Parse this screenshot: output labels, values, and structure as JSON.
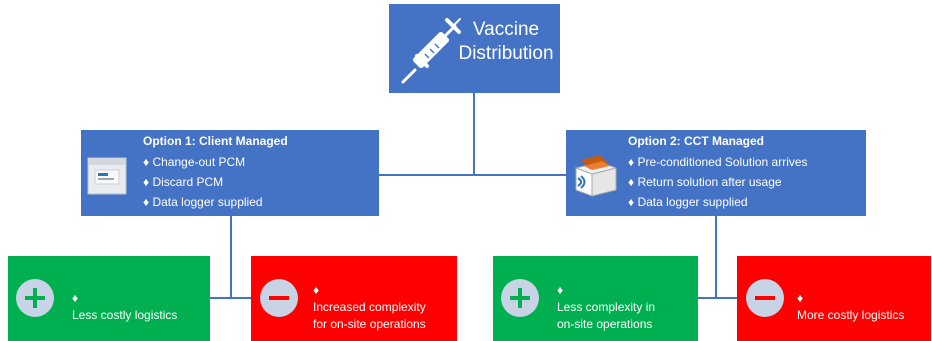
{
  "root": {
    "title_line1": "Vaccine",
    "title_line2": "Distribution",
    "icon": "syringe-icon"
  },
  "options": [
    {
      "heading": "Option 1: Client Managed",
      "image": "insulated-shipper-image",
      "bullets": [
        "Change-out PCM",
        "Discard PCM",
        "Data logger supplied"
      ]
    },
    {
      "heading": "Option 2: CCT Managed",
      "image": "packed-box-image",
      "bullets": [
        "Pre-conditioned Solution arrives",
        "Return solution after usage",
        "Data logger supplied"
      ]
    }
  ],
  "outcomes": [
    {
      "kind": "pro",
      "icon": "plus-icon",
      "lines": [
        "Less costly logistics"
      ]
    },
    {
      "kind": "con",
      "icon": "minus-icon",
      "lines": [
        "Increased complexity",
        "for on-site operations"
      ]
    },
    {
      "kind": "pro",
      "icon": "plus-icon",
      "lines": [
        "Less complexity in",
        "on-site operations"
      ]
    },
    {
      "kind": "con",
      "icon": "minus-icon",
      "lines": [
        "More costly logistics"
      ]
    }
  ],
  "bullet_char": "♦",
  "colors": {
    "box_blue": "#4472c4",
    "connector": "#4472c4",
    "pro_green": "#00b050",
    "con_red": "#ff0000",
    "circle_fill": "#c9d3e6",
    "plus_green": "#00b050",
    "minus_red": "#ff0000"
  }
}
